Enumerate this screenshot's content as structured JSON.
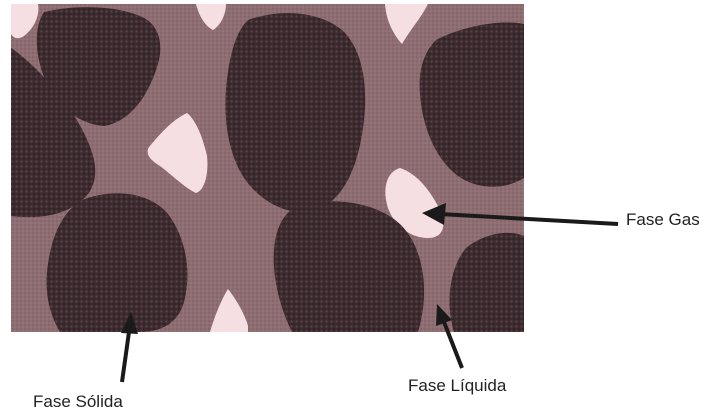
{
  "labels": {
    "gas": "Fase Gas",
    "liquid": "Fase Líquida",
    "solid": "Fase Sólida"
  },
  "colors": {
    "liquid_phase": "#8e6e72",
    "solid_phase": "#3b2a2e",
    "gas_phase": "#f6dfe3",
    "arrow": "#1a1a1a"
  }
}
